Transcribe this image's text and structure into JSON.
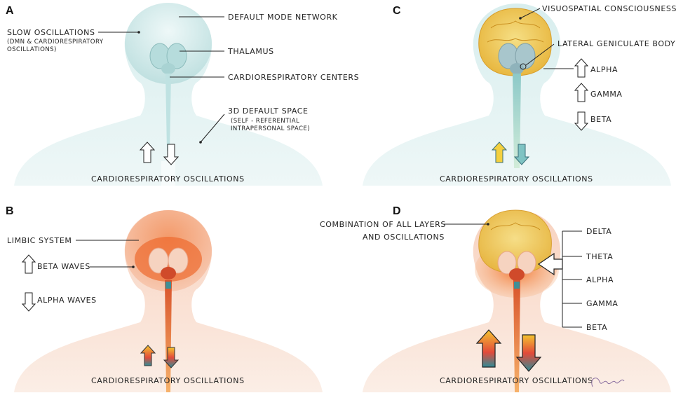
{
  "panels": {
    "A": {
      "letter": "A",
      "labels": {
        "dmn": "DEFAULT MODE NETWORK",
        "slow_osc_1": "SLOW OSCILLATIONS",
        "slow_osc_2": "(DMN & CARDIORESPIRATORY",
        "slow_osc_3": "OSCILLATIONS)",
        "thalamus": "THALAMUS",
        "cardio_centers": "CARDIORESPIRATORY CENTERS",
        "default_space_1": "3D DEFAULT SPACE",
        "default_space_2": "(SELF - REFERENTIAL",
        "default_space_3": "INTRAPERSONAL SPACE)",
        "bottom": "CARDIORESPIRATORY OSCILLATIONS"
      }
    },
    "B": {
      "letter": "B",
      "labels": {
        "limbic": "LIMBIC SYSTEM",
        "beta": "BETA WAVES",
        "alpha": "ALPHA WAVES",
        "bottom": "CARDIORESPIRATORY OSCILLATIONS"
      }
    },
    "C": {
      "letter": "C",
      "labels": {
        "visuospatial": "VISUOSPATIAL CONSCIOUSNESS",
        "lgb": "LATERAL GENICULATE BODY",
        "alpha": "ALPHA",
        "gamma": "GAMMA",
        "beta": "BETA",
        "bottom": "CARDIORESPIRATORY OSCILLATIONS"
      }
    },
    "D": {
      "letter": "D",
      "labels": {
        "combo_1": "COMBINATION OF ALL LAYERS",
        "combo_2": "AND OSCILLATIONS",
        "delta": "DELTA",
        "theta": "THETA",
        "alpha": "ALPHA",
        "gamma": "GAMMA",
        "beta": "BETA",
        "bottom": "CARDIORESPIRATORY OSCILLATIONS"
      }
    }
  }
}
